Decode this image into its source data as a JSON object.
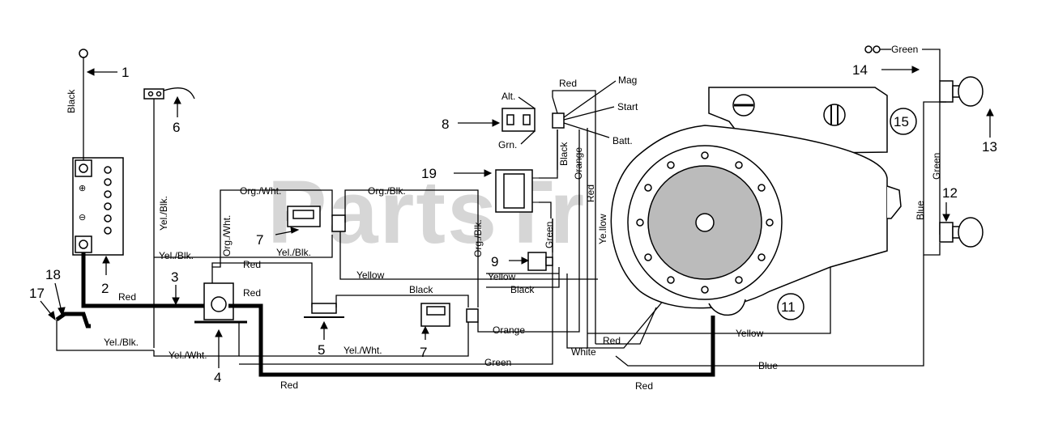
{
  "watermark": "PartsTr",
  "callouts": {
    "n1": "1",
    "n2": "2",
    "n3": "3",
    "n4": "4",
    "n5": "5",
    "n6": "6",
    "n7a": "7",
    "n7b": "7",
    "n8": "8",
    "n9": "9",
    "n11": "11",
    "n12": "12",
    "n13": "13",
    "n14": "14",
    "n15": "15",
    "n17": "17",
    "n18": "18",
    "n19": "19"
  },
  "wires": {
    "black_battery": "Black",
    "yel_blk_vert": "Yel./Blk.",
    "org_wht_top": "Org./Wht.",
    "org_blk_top": "Org./Blk.",
    "org_wht_vert": "Org./Wht.",
    "yel_blk_mid": "Yel./Blk.",
    "yel_blk_left": "Yel./Blk.",
    "red_small": "Red",
    "red_mid": "Red",
    "red_left": "Red",
    "org_blk_vert": "Org./Blk.",
    "green_vert": "Green",
    "yellow_mid": "Yellow",
    "yellow_right": "Yellow",
    "black_mid": "Black",
    "black_right": "Black",
    "orange_low": "Orange",
    "yel_blk_bottom": "Yel./Blk.",
    "yel_wht_bottom": "Yel./Wht.",
    "yel_wht_mid": "Yel./Wht.",
    "green_bottom": "Green",
    "white_bottom": "White",
    "red_bottom_left": "Red",
    "red_bottom_right": "Red",
    "red_engine": "Red",
    "yellow_engine": "Yellow",
    "blue_bottom": "Blue",
    "red_top": "Red",
    "black_vert": "Black",
    "orange_vert": "Orange",
    "red_vert": "Red",
    "yellow_vert": "Ye.llow",
    "green_top": "Green",
    "green_right_vert": "Green",
    "blue_right_vert": "Blue"
  },
  "switch_labels": {
    "alt": "Alt.",
    "grn": "Grn.",
    "mag": "Mag",
    "start": "Start",
    "batt": "Batt."
  }
}
